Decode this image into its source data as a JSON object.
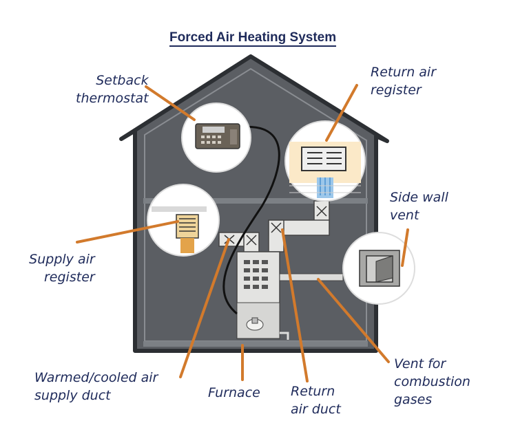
{
  "title": "Forced Air Heating System",
  "labels": {
    "setback_thermostat": [
      "Setback",
      "thermostat"
    ],
    "return_air_register": [
      "Return air",
      "register"
    ],
    "side_wall_vent": [
      "Side wall",
      "vent"
    ],
    "supply_air_register": [
      "Supply air",
      "register"
    ],
    "supply_duct": [
      "Warmed/cooled air",
      "supply duct"
    ],
    "furnace": "Furnace",
    "return_air_duct": [
      "Return",
      "air duct"
    ],
    "vent_combustion": [
      "Vent for",
      "combustion",
      "gases"
    ]
  },
  "colors": {
    "house_fill": "#5b5e63",
    "house_outline": "#2c2f33",
    "leader": "#d27a2c",
    "text": "#1e2a5a"
  }
}
